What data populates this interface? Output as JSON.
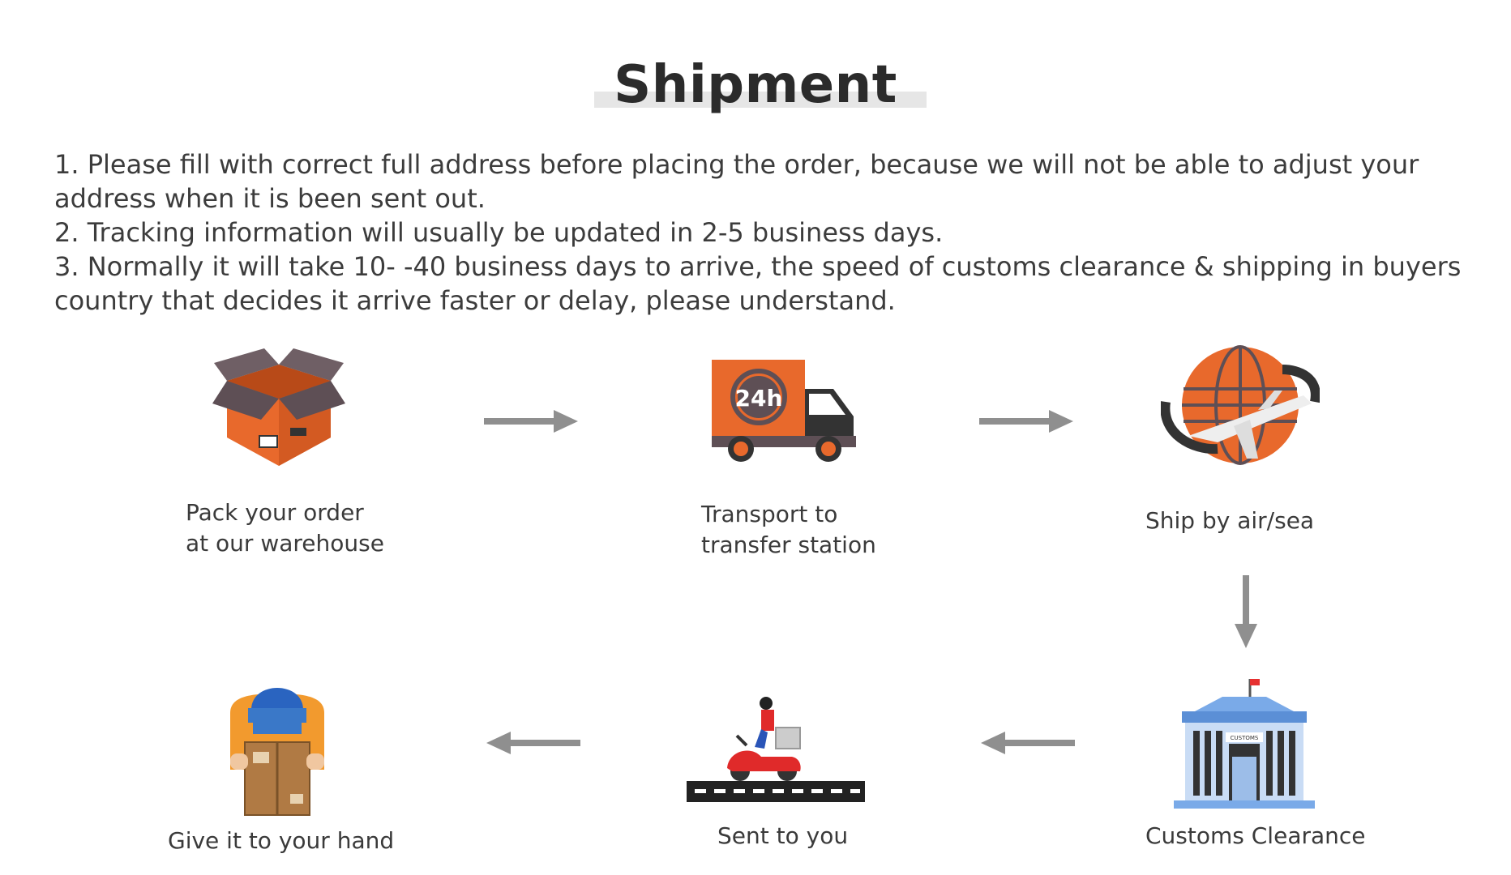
{
  "title": "Shipment",
  "notes": [
    "1. Please fill with correct full address before placing the order, because we will not be able to adjust your address when it is been sent out.",
    "2. Tracking information will usually be updated in 2-5 business days.",
    "3. Normally it will take 10- -40 business days to arrive, the speed of customs clearance & shipping in buyers country that decides it arrive faster or delay, please understand."
  ],
  "steps": {
    "pack": {
      "line1": "Pack your order",
      "line2": "at our warehouse",
      "icon": "box-icon"
    },
    "transport": {
      "line1": "Transport to",
      "line2": "transfer station",
      "icon": "truck-icon",
      "badge": "24h"
    },
    "ship": {
      "line1": "Ship by air/sea",
      "icon": "globe-plane-icon"
    },
    "customs": {
      "line1": "Customs Clearance",
      "icon": "customs-building-icon",
      "sign": "CUSTOMS"
    },
    "sent": {
      "line1": "Sent to you",
      "icon": "scooter-courier-icon"
    },
    "give": {
      "line1": "Give it to your hand",
      "icon": "courier-with-box-icon"
    }
  },
  "colors": {
    "accent": "#e8692c",
    "arrow": "#8f8f8f",
    "text": "#3a3a3a",
    "building": "#5b8fd6"
  }
}
